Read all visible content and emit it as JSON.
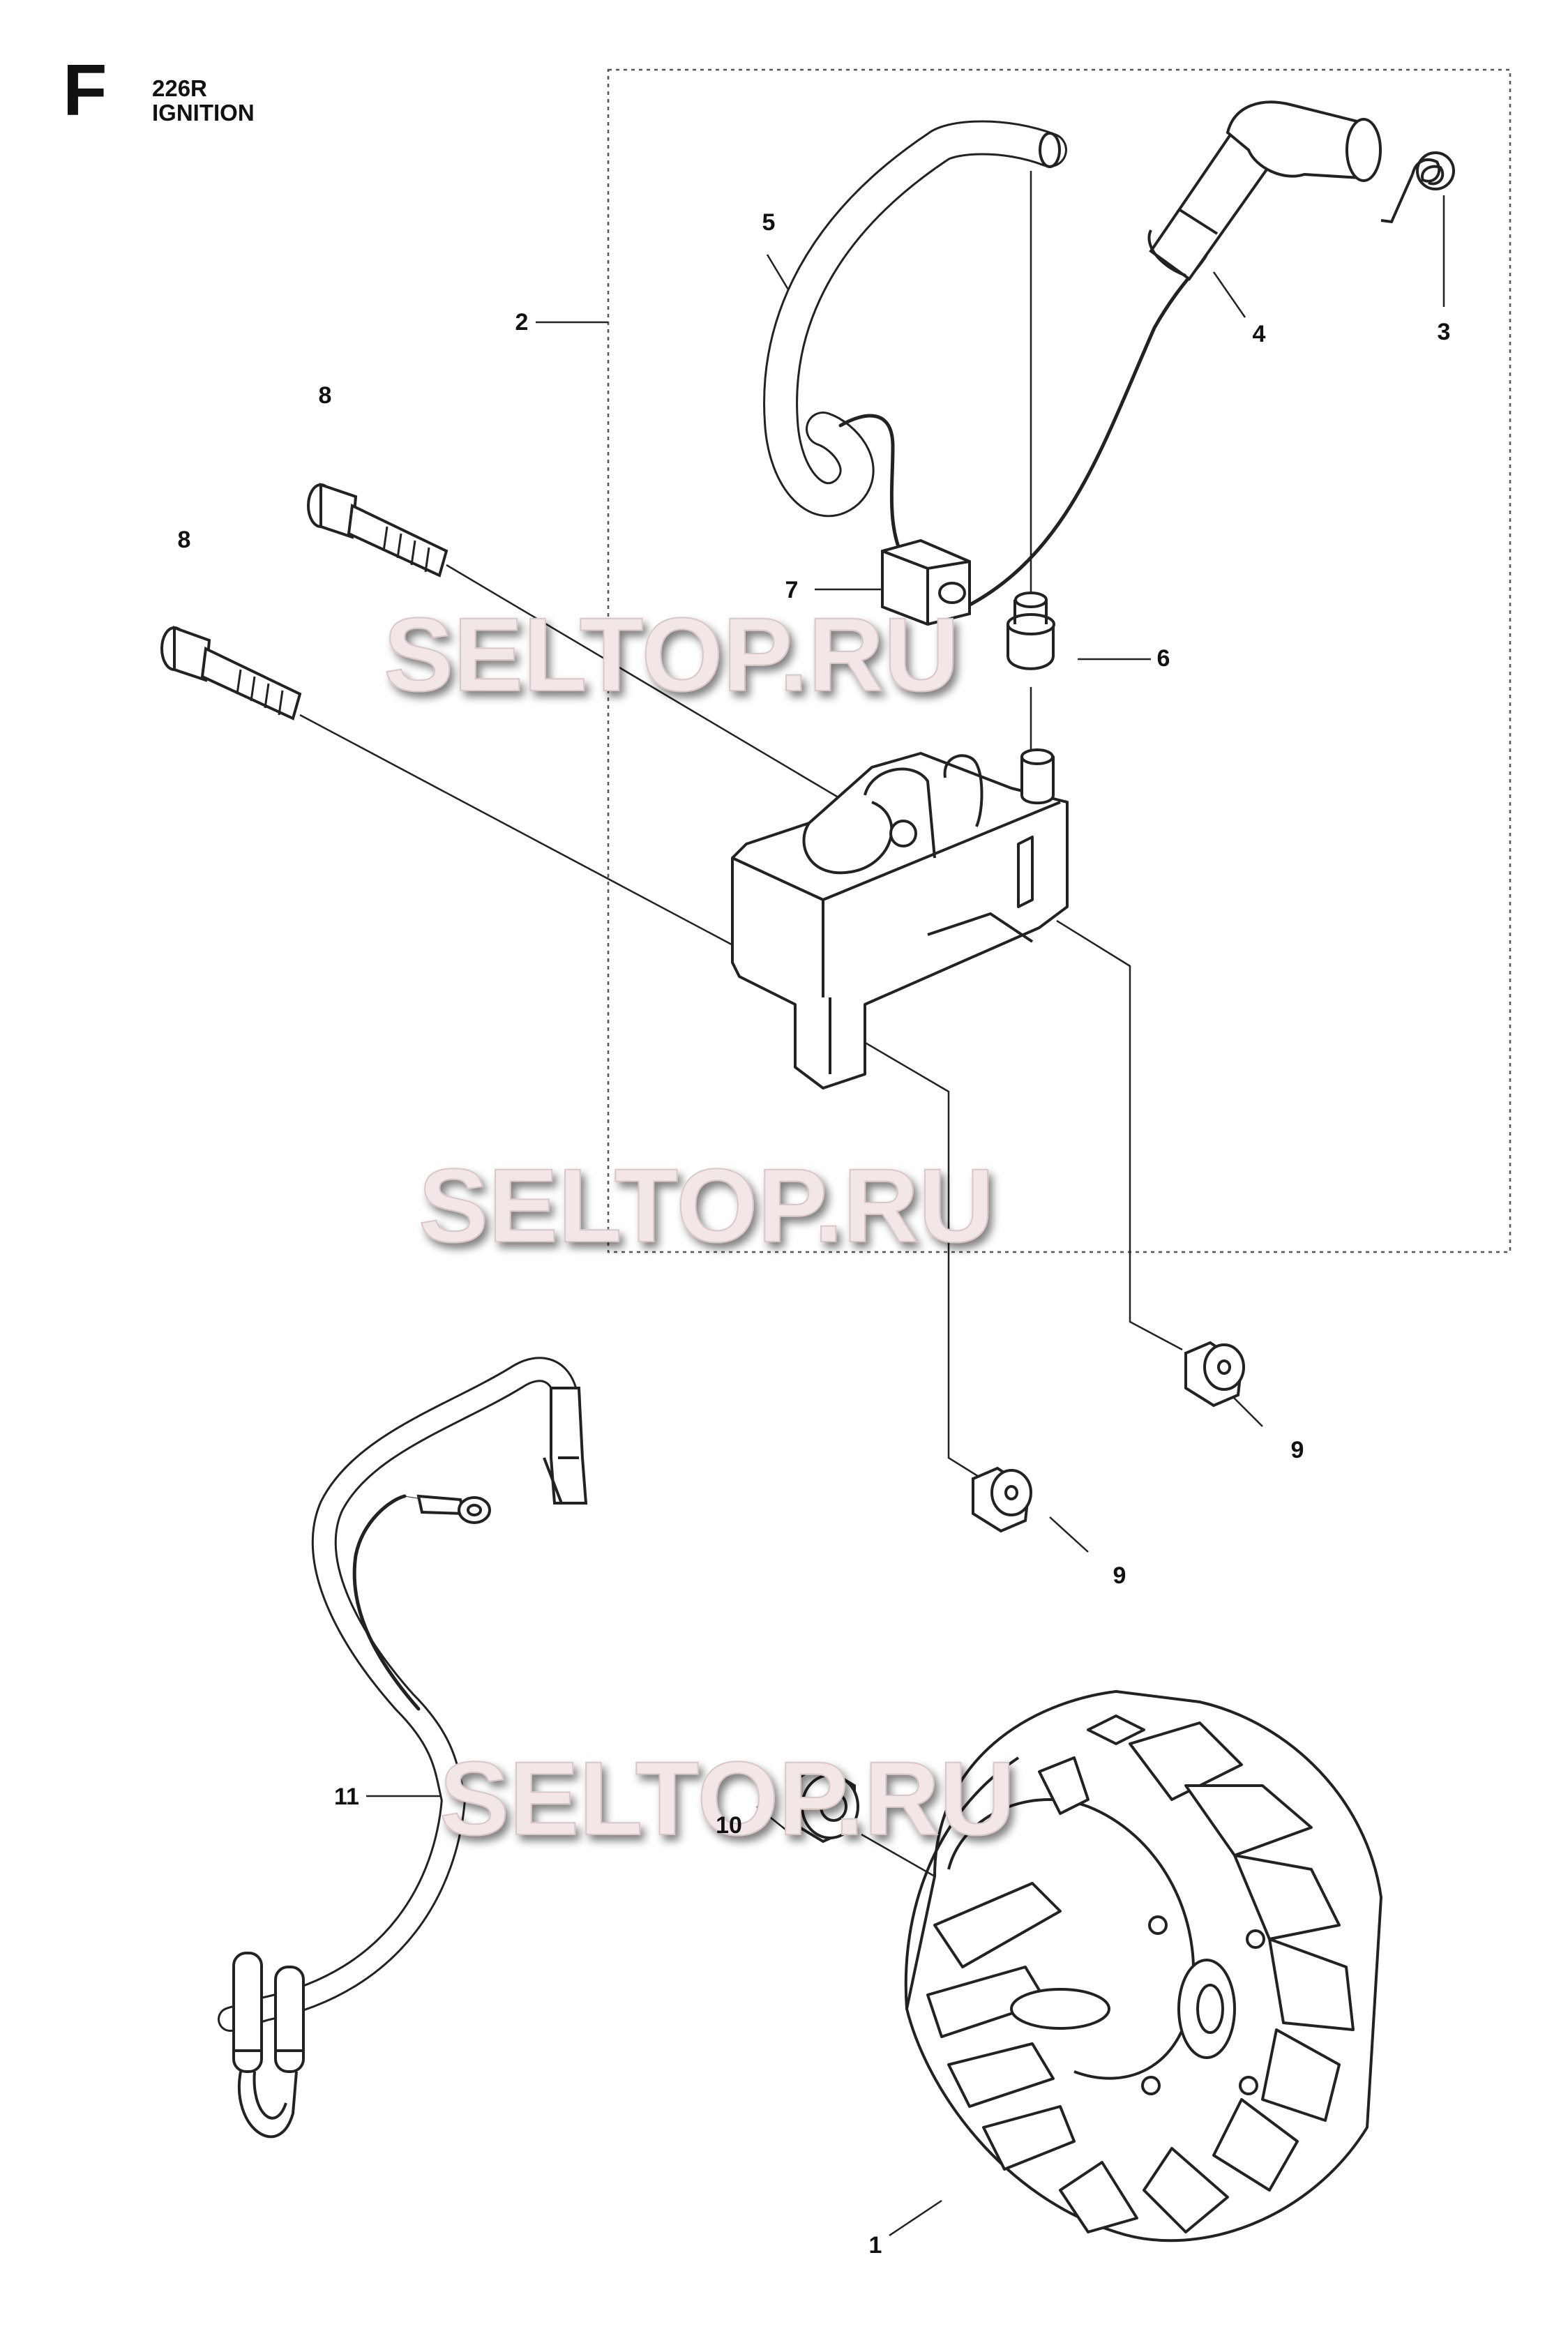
{
  "header": {
    "section_letter": "F",
    "model": "226R",
    "section_title": "IGNITION"
  },
  "callouts": [
    {
      "id": "1",
      "label": "1"
    },
    {
      "id": "2",
      "label": "2"
    },
    {
      "id": "3",
      "label": "3"
    },
    {
      "id": "4",
      "label": "4"
    },
    {
      "id": "5",
      "label": "5"
    },
    {
      "id": "6",
      "label": "6"
    },
    {
      "id": "7",
      "label": "7"
    },
    {
      "id": "8a",
      "label": "8"
    },
    {
      "id": "8b",
      "label": "8"
    },
    {
      "id": "9a",
      "label": "9"
    },
    {
      "id": "9b",
      "label": "9"
    },
    {
      "id": "10",
      "label": "10"
    },
    {
      "id": "11",
      "label": "11"
    }
  ],
  "watermark": "SELTOP.RU"
}
